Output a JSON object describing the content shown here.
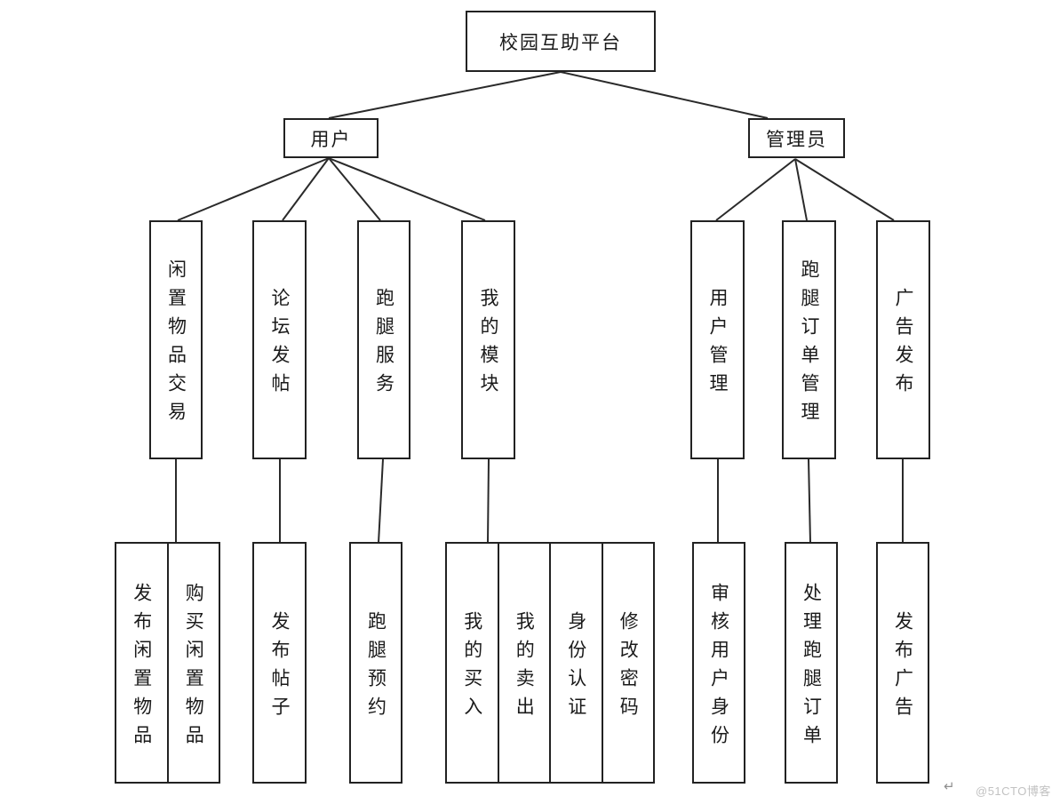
{
  "watermark": {
    "text": "@51CTO博客",
    "return_mark": "↵",
    "color": "#c2c2c2"
  },
  "colors": {
    "line": "#2a2a2a",
    "box_border": "#222222",
    "box_fill": "#ffffff",
    "text": "#1a1a1a",
    "background": "#ffffff"
  },
  "diagram": {
    "type": "hierarchy",
    "root": {
      "label": "校园互助平台",
      "children": [
        {
          "label": "用户",
          "children": [
            {
              "label": "闲置物品交易",
              "children": [
                {
                  "label": "发布闲置物品"
                },
                {
                  "label": "购买闲置物品"
                }
              ]
            },
            {
              "label": "论坛发帖",
              "children": [
                {
                  "label": "发布帖子"
                }
              ]
            },
            {
              "label": "跑腿服务",
              "children": [
                {
                  "label": "跑腿预约"
                }
              ]
            },
            {
              "label": "我的模块",
              "children": [
                {
                  "label": "我的买入"
                },
                {
                  "label": "我的卖出"
                },
                {
                  "label": "身份认证"
                },
                {
                  "label": "修改密码"
                }
              ]
            }
          ]
        },
        {
          "label": "管理员",
          "children": [
            {
              "label": "用户管理",
              "children": [
                {
                  "label": "审核用户身份"
                }
              ]
            },
            {
              "label": "跑腿订单管理",
              "children": [
                {
                  "label": "处理跑腿订单"
                }
              ]
            },
            {
              "label": "广告发布",
              "children": [
                {
                  "label": "发布广告"
                }
              ]
            }
          ]
        }
      ]
    }
  }
}
